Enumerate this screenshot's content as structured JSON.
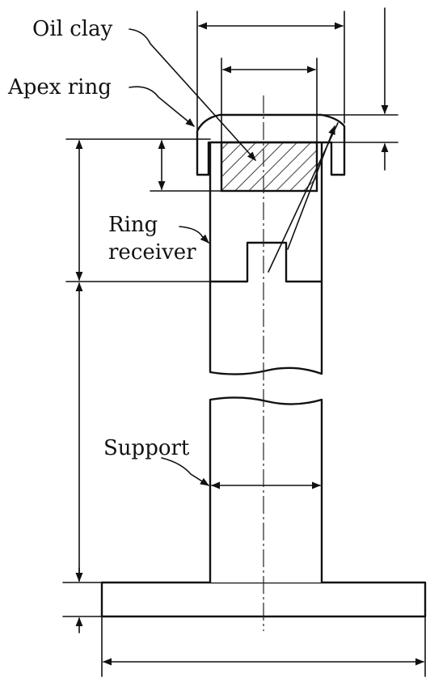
{
  "labels": {
    "oil_clay": "Oil clay",
    "apex_ring": "Apex ring",
    "ring_receiver_line1": "Ring",
    "ring_receiver_line2": "receiver",
    "support": "Support"
  }
}
